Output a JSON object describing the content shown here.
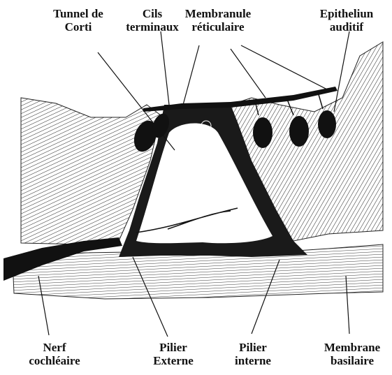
{
  "labels": {
    "tunnel_de_corti": {
      "line1": "Tunnel de",
      "line2": "Corti"
    },
    "cils_terminaux": {
      "line1": "Cils",
      "line2": "terminaux"
    },
    "membranule_reticulaire": {
      "line1": "Membranule",
      "line2": "réticulaire"
    },
    "epithelium_auditif": {
      "line1": "Epitheliun",
      "line2": "auditif"
    },
    "nerf_cochleaire": {
      "line1": "Nerf",
      "line2": "cochléaire"
    },
    "pilier_externe": {
      "line1": "Pilier",
      "line2": "Externe"
    },
    "pilier_interne": {
      "line1": "Pilier",
      "line2": "interne"
    },
    "membrane_basilaire": {
      "line1": "Membrane",
      "line2": "basilaire"
    }
  },
  "colors": {
    "ink": "#111111",
    "paper": "#ffffff",
    "tissue": "#1a1a1a"
  }
}
